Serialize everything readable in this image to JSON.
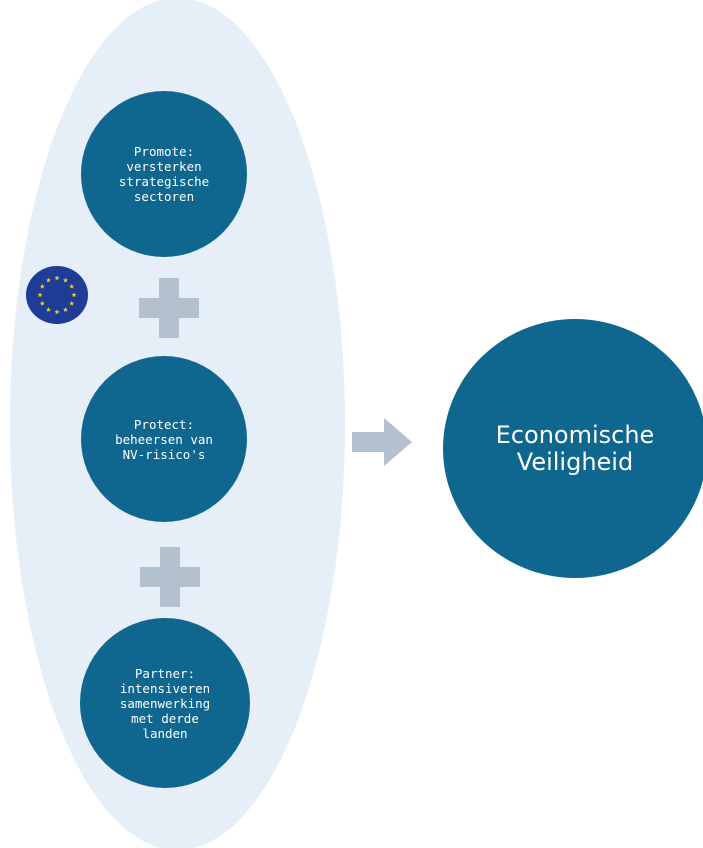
{
  "diagram": {
    "nodes": {
      "promote": {
        "label": "Promote:\nversterken\nstrategische\nsectoren"
      },
      "protect": {
        "label": "Protect:\nbeheersen van\nNV-risico's"
      },
      "partner": {
        "label": "Partner:\nintensiveren\nsamenwerking\nmet derde\nlanden"
      },
      "result": {
        "label": "Economische\nVeiligheid"
      }
    },
    "connectors": [
      "plus-icon",
      "plus-icon",
      "right-arrow-icon"
    ],
    "icons": {
      "eu": "eu-flag-icon"
    },
    "colors": {
      "circle": "#0f668f",
      "ellipse": "#e6eef7",
      "connector": "#b3c0ce",
      "eu_blue": "#1f3c96",
      "eu_star": "#f7d417",
      "text": "#ffffff"
    }
  }
}
